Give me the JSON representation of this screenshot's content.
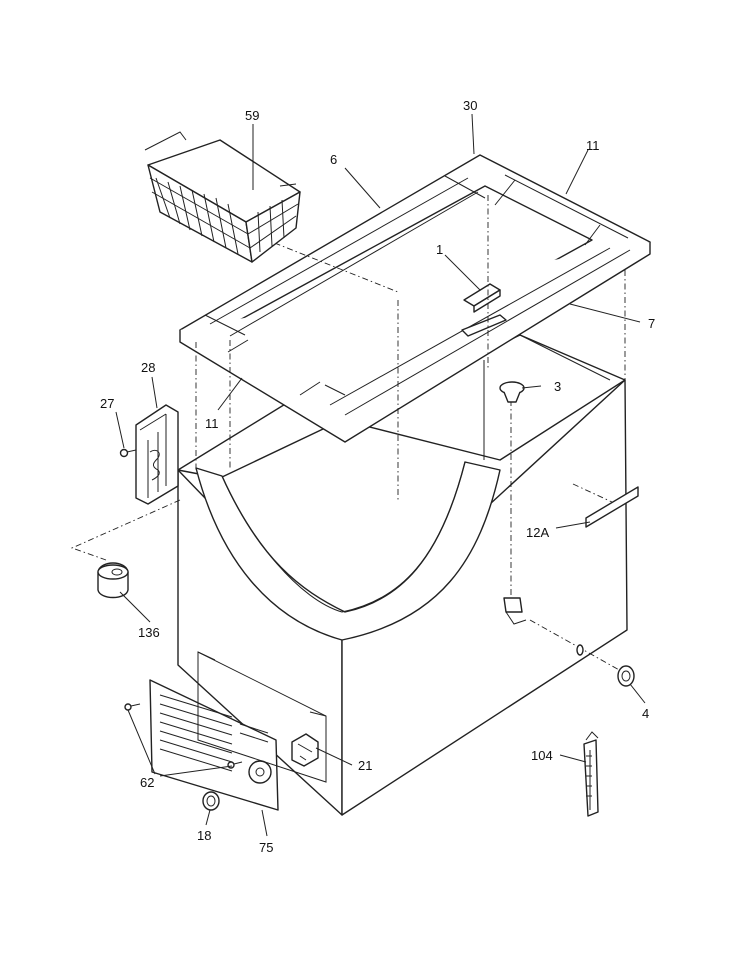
{
  "diagram": {
    "callouts": {
      "c59": "59",
      "c30": "30",
      "c6": "6",
      "c11_top": "11",
      "c1": "1",
      "c7": "7",
      "c28": "28",
      "c27": "27",
      "c11_left": "11",
      "c3": "3",
      "c12a": "12A",
      "c136": "136",
      "c4": "4",
      "c104": "104",
      "c21": "21",
      "c62": "62",
      "c18": "18",
      "c75": "75"
    }
  }
}
